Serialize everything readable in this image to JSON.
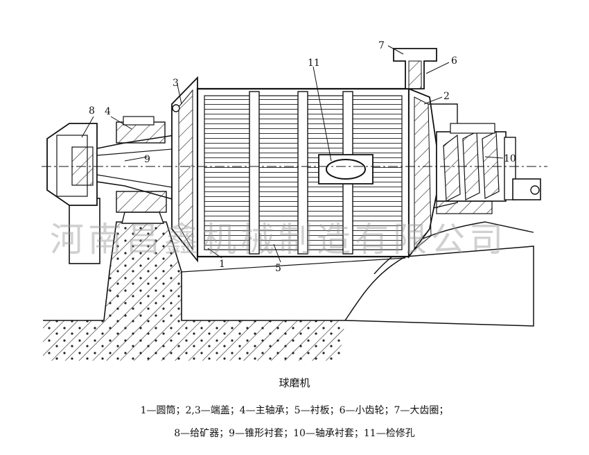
{
  "figure": {
    "title": "球磨机",
    "legend_line_1": "1—圆筒；2,3—端盖；4—主轴承；5—衬板；6—小齿轮；7—大齿圈；",
    "legend_line_2": "8—给矿器；9—锥形衬套；10—轴承衬套；11—检修孔",
    "watermark": "河南昌鑫机械制造有限公司"
  },
  "part_labels": [
    {
      "id": "1",
      "text": "1"
    },
    {
      "id": "2",
      "text": "2"
    },
    {
      "id": "3",
      "text": "3"
    },
    {
      "id": "4",
      "text": "4"
    },
    {
      "id": "5",
      "text": "5"
    },
    {
      "id": "6",
      "text": "6"
    },
    {
      "id": "7",
      "text": "7"
    },
    {
      "id": "8",
      "text": "8"
    },
    {
      "id": "9",
      "text": "9"
    },
    {
      "id": "10",
      "text": "10"
    },
    {
      "id": "11",
      "text": "11"
    }
  ]
}
